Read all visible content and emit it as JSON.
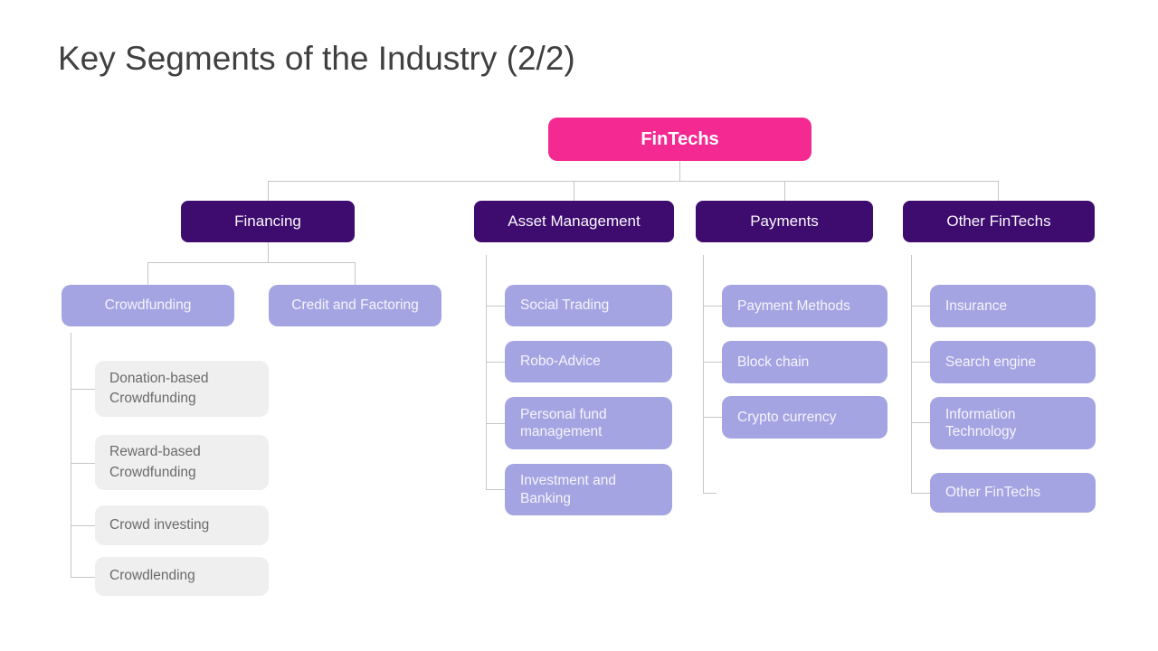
{
  "title": "Key Segments of the Industry (2/2)",
  "root": {
    "label": "FinTechs"
  },
  "level2": {
    "financing": "Financing",
    "asset_management": "Asset Management",
    "payments": "Payments",
    "other_fintechs": "Other FinTechs"
  },
  "financing_sub": {
    "crowdfunding": "Crowdfunding",
    "credit_and_factoring": "Credit and Factoring"
  },
  "crowdfunding_sub": {
    "donation": "Donation-based Crowdfunding",
    "reward": "Reward-based Crowdfunding",
    "crowd_investing": "Crowd investing",
    "crowdlending": "Crowdlending"
  },
  "asset_management_sub": {
    "social_trading": "Social Trading",
    "robo_advice": "Robo-Advice",
    "personal_fund": "Personal fund management",
    "investment_banking": "Investment and Banking"
  },
  "payments_sub": {
    "payment_methods": "Payment Methods",
    "block_chain": "Block chain",
    "crypto_currency": "Crypto currency"
  },
  "other_fintechs_sub": {
    "insurance": "Insurance",
    "search_engine": "Search engine",
    "information_technology": "Information Technology",
    "other_fintechs": "Other FinTechs"
  },
  "colors": {
    "root_pink": "#F42A92",
    "branch_dark_purple": "#3D0C6E",
    "leaf_lavender": "#A5A4E2",
    "leaf_gray": "#EFEFEF",
    "connector_gray": "#C6C6C6",
    "title_gray": "#404040"
  }
}
